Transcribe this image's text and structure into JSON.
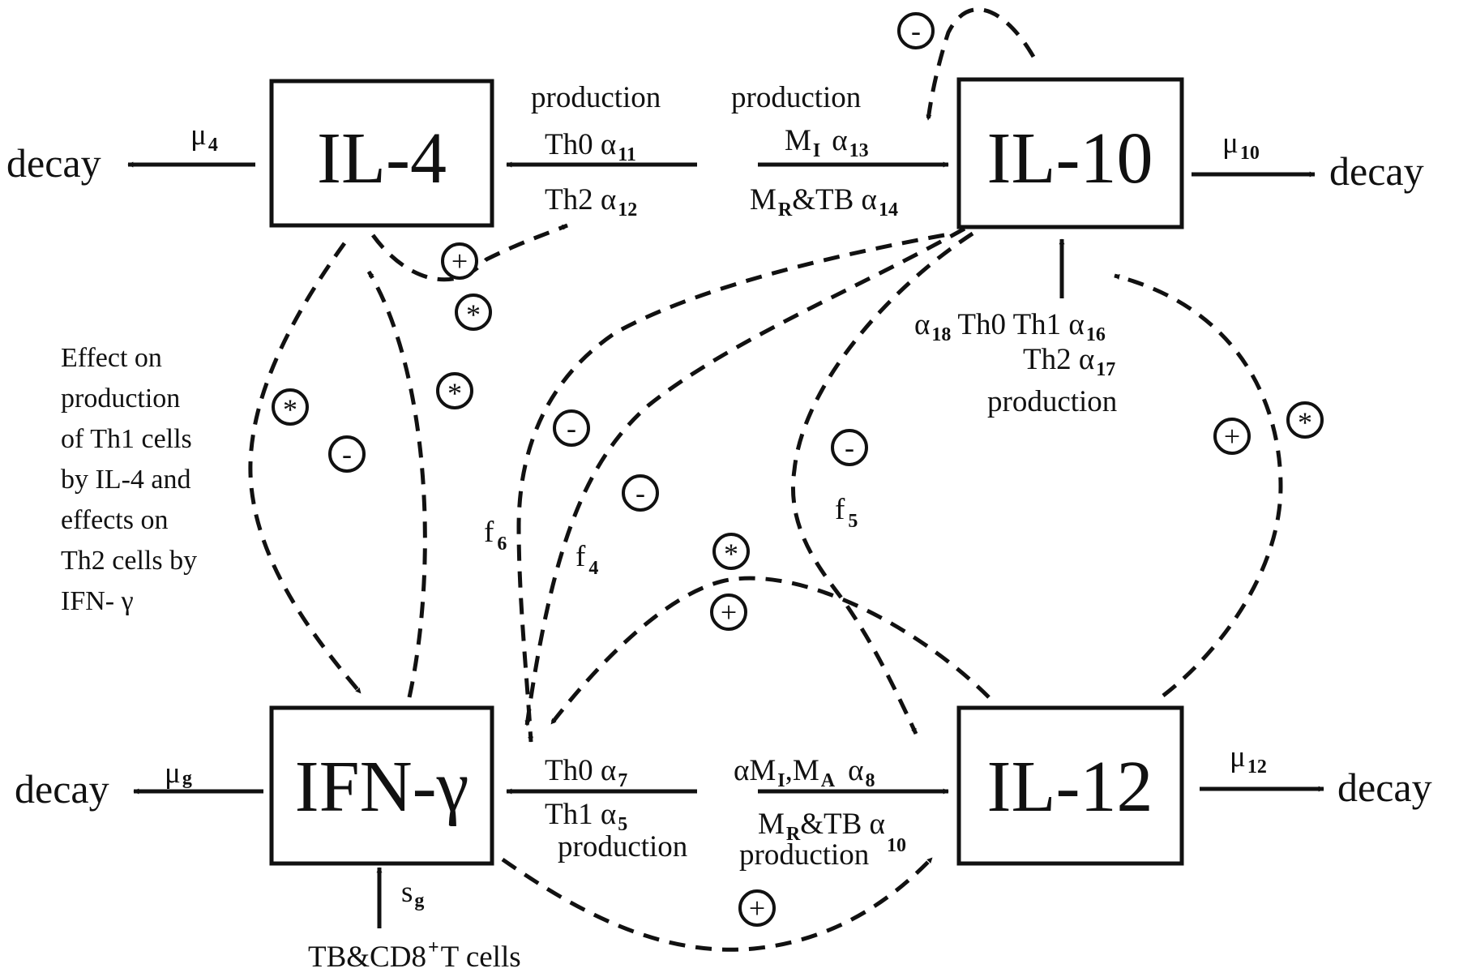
{
  "nodes": {
    "il4": "IL-4",
    "il10": "IL-10",
    "ifng": "IFN-γ",
    "il12": "IL-12"
  },
  "decay": {
    "il4_label": "decay",
    "il4_rate": "μ",
    "il4_rate_sub": "4",
    "il10_label": "decay",
    "il10_rate": "μ",
    "il10_rate_sub": "10",
    "ifng_label": "decay",
    "ifng_rate": "μ",
    "ifng_rate_sub": "g",
    "il12_label": "decay",
    "il12_rate": "μ",
    "il12_rate_sub": "12"
  },
  "il4_production": {
    "word": "production",
    "line1": "Th0 α",
    "line1_sub": "11",
    "line2": "Th2 α",
    "line2_sub": "12"
  },
  "il10_production_top": {
    "word": "production",
    "line1": "M",
    "line1_m_sub": "I",
    "line1_alpha": "α",
    "line1_sub": "13",
    "line2": "M",
    "line2_m_sub": "R",
    "line2_rest": "&TB α",
    "line2_sub": "14"
  },
  "il10_production_bottom": {
    "line1_a": "α",
    "line1_a_sub": "18",
    "line1_mid": "Th0 Th1 α",
    "line1_sub": "16",
    "line2": "Th2 α",
    "line2_sub": "17",
    "word": "production"
  },
  "ifng_production": {
    "line1": "Th0 α",
    "line1_sub": "7",
    "line2": "Th1 α",
    "line2_sub": "5",
    "word": "production"
  },
  "il12_production": {
    "line1_a": "αM",
    "line1_a_sub": "I",
    "line1_b": ",M",
    "line1_b_sub": "A",
    "line1_alpha": "α",
    "line1_sub": "8",
    "line2": "M",
    "line2_m_sub": "R",
    "line2_rest": "&TB α",
    "line2_sub": "10",
    "word": "production"
  },
  "ifng_source": {
    "rate": "s",
    "rate_sub": "g",
    "line": "TB&CD8",
    "line_sup": "+",
    "line_rest": "T cells"
  },
  "annotation": {
    "lines": [
      "Effect on",
      "production",
      "of Th1 cells",
      "by IL-4 and",
      "effects on",
      "Th2 cells by",
      "IFN- γ"
    ]
  },
  "functions": {
    "f4": "f",
    "f4_sub": "4",
    "f5": "f",
    "f5_sub": "5",
    "f6": "f",
    "f6_sub": "6"
  },
  "symbols": {
    "plus": "+",
    "minus": "-",
    "star": "*"
  }
}
